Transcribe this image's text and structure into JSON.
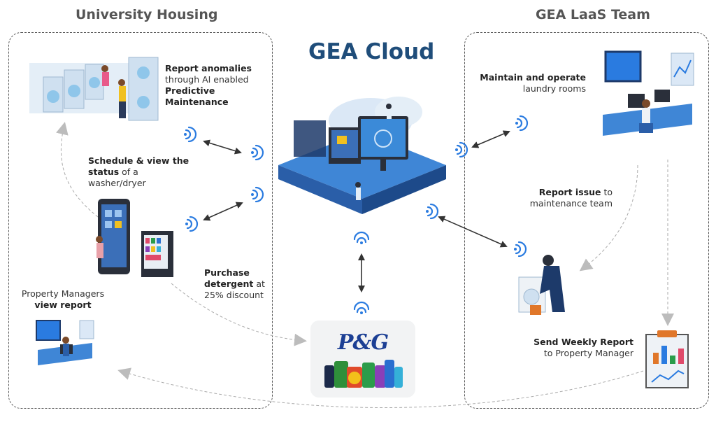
{
  "titles": {
    "left": "University Housing",
    "right": "GEA LaaS Team",
    "center": "GEA Cloud"
  },
  "labels": {
    "report_anomalies": {
      "b1": "Report anomalies",
      "t1": "through AI enabled",
      "b2": "Predictive",
      "b3": "Maintenance"
    },
    "schedule": {
      "b1": "Schedule & view the",
      "b2": "status",
      "t2": " of a",
      "t3": "washer/dryer"
    },
    "purchase": {
      "b1": "Purchase",
      "b2": "detergent",
      "t2": " at",
      "t3": "25% discount"
    },
    "property_managers": {
      "t1": "Property Managers",
      "b1": "view report"
    },
    "maintain": {
      "b1": "Maintain and operate",
      "t1": "laundry rooms"
    },
    "report_issue": {
      "b1": "Report issue",
      "t1": " to",
      "t2": "maintenance team"
    },
    "weekly": {
      "b1": "Send Weekly Report",
      "t1": "to Property Manager"
    }
  },
  "partner": {
    "logo": "P&G"
  },
  "colors": {
    "cloud_blue": "#1f4d7a",
    "wifi_blue": "#2a7be0",
    "platform_blue": "#3f86d6",
    "dashed_border": "#555555",
    "arrow_grey": "#bcbcbc"
  }
}
